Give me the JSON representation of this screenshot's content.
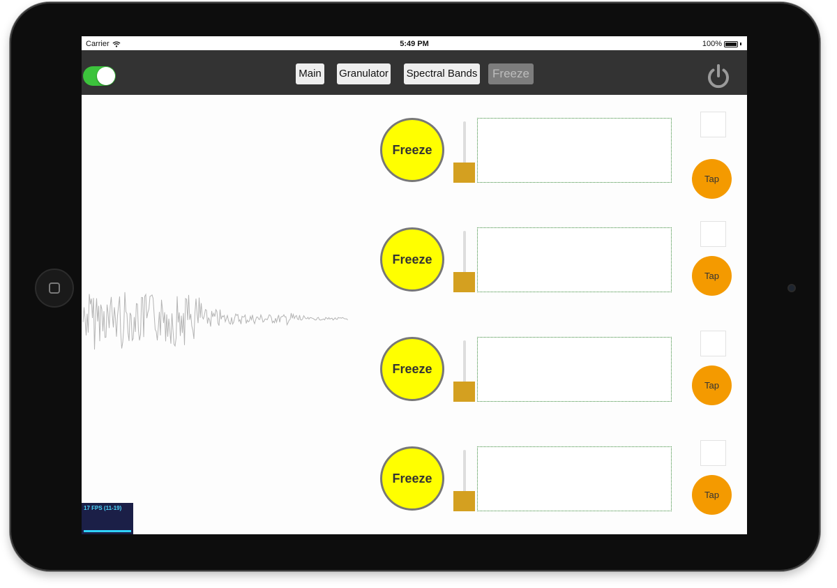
{
  "status_bar": {
    "carrier": "Carrier",
    "time": "5:49 PM",
    "battery": "100%"
  },
  "toolbar": {
    "toggle_on": true,
    "tabs": [
      {
        "label": "Main",
        "active": false
      },
      {
        "label": "Granulator",
        "active": false
      },
      {
        "label": "Spectral Bands",
        "active": false
      },
      {
        "label": "Freeze",
        "active": true
      }
    ]
  },
  "freeze_rows": [
    {
      "freeze_label": "Freeze",
      "tap_label": "Tap",
      "slider_value": 0,
      "checked": false
    },
    {
      "freeze_label": "Freeze",
      "tap_label": "Tap",
      "slider_value": 0,
      "checked": false
    },
    {
      "freeze_label": "Freeze",
      "tap_label": "Tap",
      "slider_value": 0,
      "checked": false
    },
    {
      "freeze_label": "Freeze",
      "tap_label": "Tap",
      "slider_value": 0,
      "checked": false
    }
  ],
  "fps_overlay": {
    "label": "17 FPS (11-19)"
  },
  "colors": {
    "toolbar_bg": "#333333",
    "toggle_on": "#3cc33c",
    "freeze_button": "#ffff00",
    "tap_button": "#f49a00",
    "slider_thumb": "#d4a020",
    "waveform": "#b4b4b4"
  },
  "icons": {
    "power": "power-icon",
    "wifi": "wifi-icon",
    "battery": "battery-icon"
  }
}
